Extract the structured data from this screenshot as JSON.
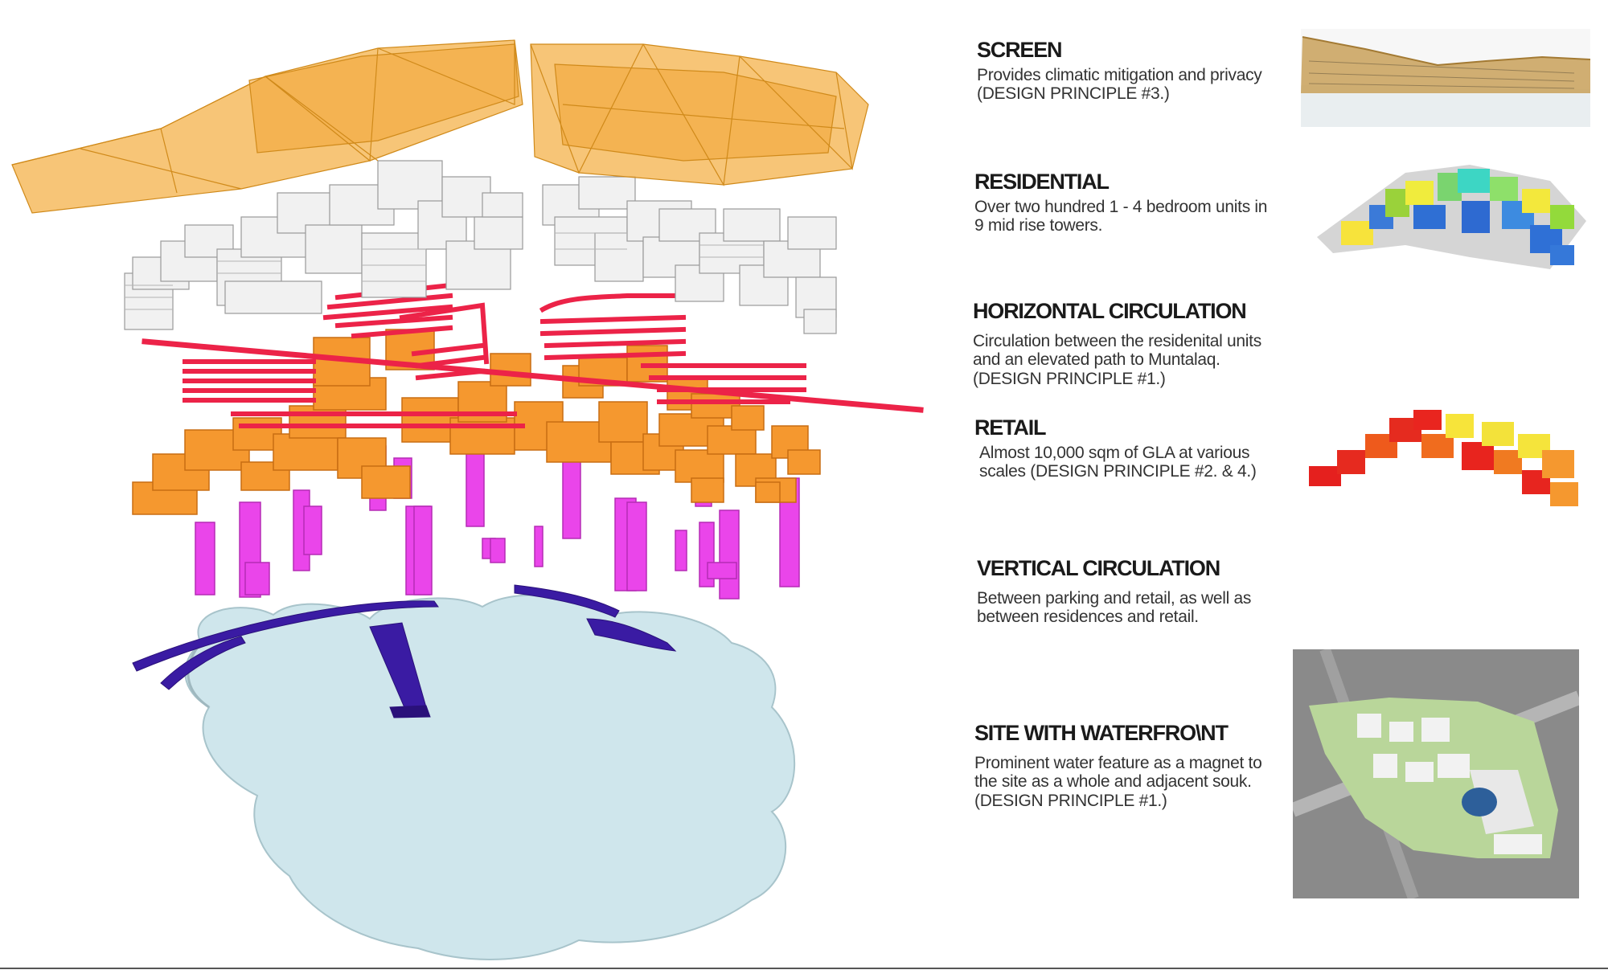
{
  "layers": [
    {
      "id": "screen",
      "title": "SCREEN",
      "description": "Provides climatic mitigation and privacy (DESIGN PRINCIPLE #3.)",
      "color": "#f2a83a"
    },
    {
      "id": "residential",
      "title": "RESIDENTIAL",
      "description": "Over two hundred 1 - 4 bedroom units in 9 mid rise towers.",
      "color": "#f2f2f2"
    },
    {
      "id": "horizontal-circulation",
      "title": "HORIZONTAL CIRCULATION",
      "description": "Circulation between the residenital units and an elevated path to Muntalaq.  (DESIGN PRINCIPLE #1.)",
      "color": "#ee2244"
    },
    {
      "id": "retail",
      "title": "RETAIL",
      "description": "Almost 10,000 sqm of GLA at various scales   (DESIGN PRINCIPLE #2. & 4.)",
      "color": "#f5952a"
    },
    {
      "id": "vertical-circulation",
      "title": "VERTICAL CIRCULATION",
      "description": "Between parking and retail, as well as between residences and retail.",
      "color": "#ee44ee"
    },
    {
      "id": "site",
      "title": "SITE WITH WATERFRO\\NT",
      "description": "Prominent water feature as a magnet to the site as a whole and adjacent souk.   (DESIGN PRINCIPLE #1.)",
      "color": "#c9e4ea"
    }
  ]
}
